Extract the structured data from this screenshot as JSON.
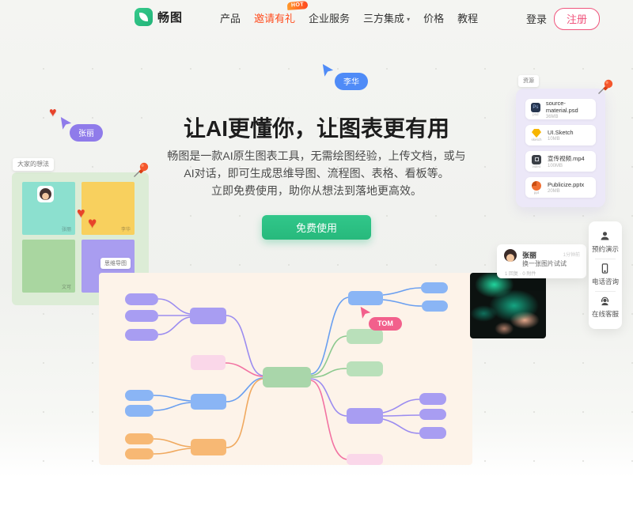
{
  "navbar": {
    "brand": "畅图",
    "items": [
      {
        "label": "产品"
      },
      {
        "label": "邀请有礼",
        "badge": "HOT"
      },
      {
        "label": "企业服务"
      },
      {
        "label": "三方集成",
        "chevron": "▾"
      },
      {
        "label": "价格"
      },
      {
        "label": "教程"
      }
    ],
    "login_label": "登录",
    "register_label": "注册"
  },
  "hero": {
    "title": "让AI更懂你，让图表更有用",
    "subtitle_line1": "畅图是一款AI原生图表工具，无需绘图经验，上传文档，或与",
    "subtitle_line2": "AI对话，即可生成思维导图、流程图、表格、看板等。",
    "subtitle_line3": "立即免费使用，助你从想法到落地更高效。",
    "cta_label": "免费使用"
  },
  "cursors": {
    "blue_user": "李华",
    "purple_user": "张丽",
    "pink_user": "TOM"
  },
  "board": {
    "tag": "大家的想法",
    "stickies": [
      {
        "name": "张丽"
      },
      {
        "name": "李华"
      },
      {
        "name": "文可"
      },
      {
        "tag": "思维导图"
      }
    ]
  },
  "resources": {
    "tag": "资源",
    "files": [
      {
        "name": "source-material.psd",
        "size": "36MB",
        "type": "psd",
        "icon": "photoshop-file-icon"
      },
      {
        "name": "UI.Sketch",
        "size": "10MB",
        "type": "sketch",
        "icon": "sketch-file-icon"
      },
      {
        "name": "宣传视频.mp4",
        "size": "100MB",
        "type": "video",
        "icon": "video-file-icon"
      },
      {
        "name": "Publicize.pptx",
        "size": "20MB",
        "type": "ppt",
        "icon": "ppt-file-icon"
      }
    ]
  },
  "comment": {
    "name": "张丽",
    "time": "1分钟前",
    "message": "换一张图片试试",
    "meta": "1 回复 · 0 附件"
  },
  "floating_panel": {
    "items": [
      {
        "label": "预约演示",
        "icon": "person-icon"
      },
      {
        "label": "电话咨询",
        "icon": "phone-icon"
      },
      {
        "label": "在线客服",
        "icon": "headset-icon"
      }
    ]
  },
  "colors": {
    "brand_green": "#27b97c",
    "register_pink": "#f0557d",
    "hot_orange": "#ff4d1f",
    "cursor_blue": "#4f8bf7",
    "cursor_purple": "#8f7bea",
    "cursor_pink": "#f2668e",
    "canvas_cream": "#fdf3e9",
    "board_green": "#dcecd6",
    "panel_lavender": "#ece8f8"
  }
}
